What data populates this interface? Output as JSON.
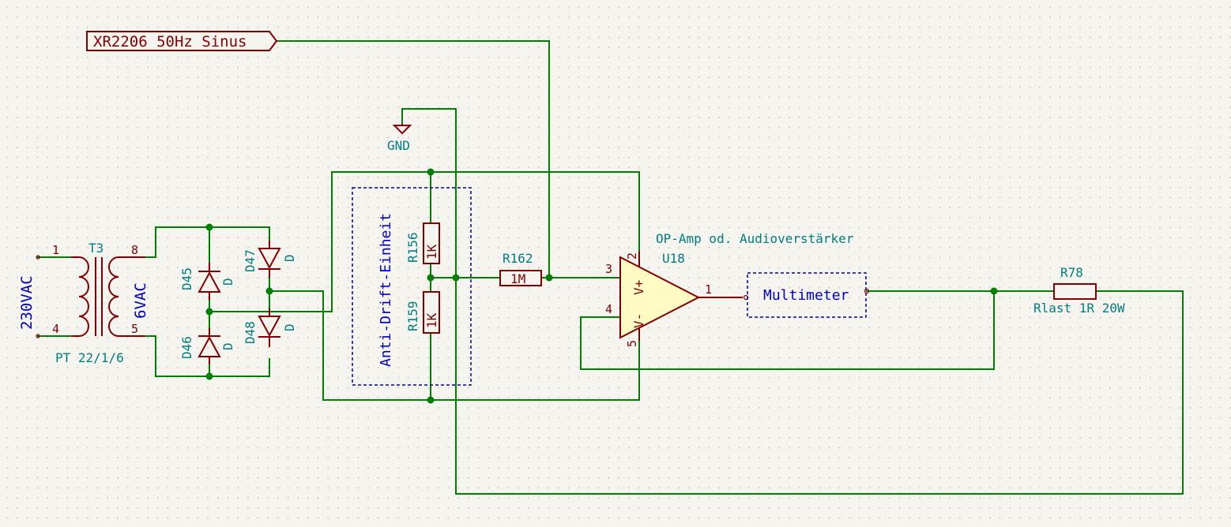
{
  "global_label": "XR2206_50Hz_Sinus",
  "power": {
    "gnd": "GND"
  },
  "transformer": {
    "ref": "T3",
    "value": "PT 22/1/6",
    "primary_voltage": "230VAC",
    "secondary_voltage": "6VAC",
    "pins": {
      "p1": "1",
      "p4": "4",
      "p8": "8",
      "p5": "5"
    }
  },
  "diodes": [
    {
      "ref": "D45",
      "value": "D"
    },
    {
      "ref": "D46",
      "value": "D"
    },
    {
      "ref": "D47",
      "value": "D"
    },
    {
      "ref": "D48",
      "value": "D"
    }
  ],
  "resistors": {
    "r156": {
      "ref": "R156",
      "value": "1K"
    },
    "r159": {
      "ref": "R159",
      "value": "1K"
    },
    "r162": {
      "ref": "R162",
      "value": "1M"
    },
    "r78": {
      "ref": "R78",
      "value": "Rlast 1R 20W"
    }
  },
  "opamp": {
    "ref": "U18",
    "value": "OP-Amp od. Audioverstärker",
    "pins": {
      "in_plus": "3",
      "in_minus": "4",
      "vplus": "2",
      "vminus": "5",
      "out": "1"
    },
    "labels": {
      "vplus": "V+",
      "vminus": "V-"
    }
  },
  "blocks": {
    "anti_drift": "Anti-Drift-Einheit",
    "multimeter": "Multimeter"
  }
}
